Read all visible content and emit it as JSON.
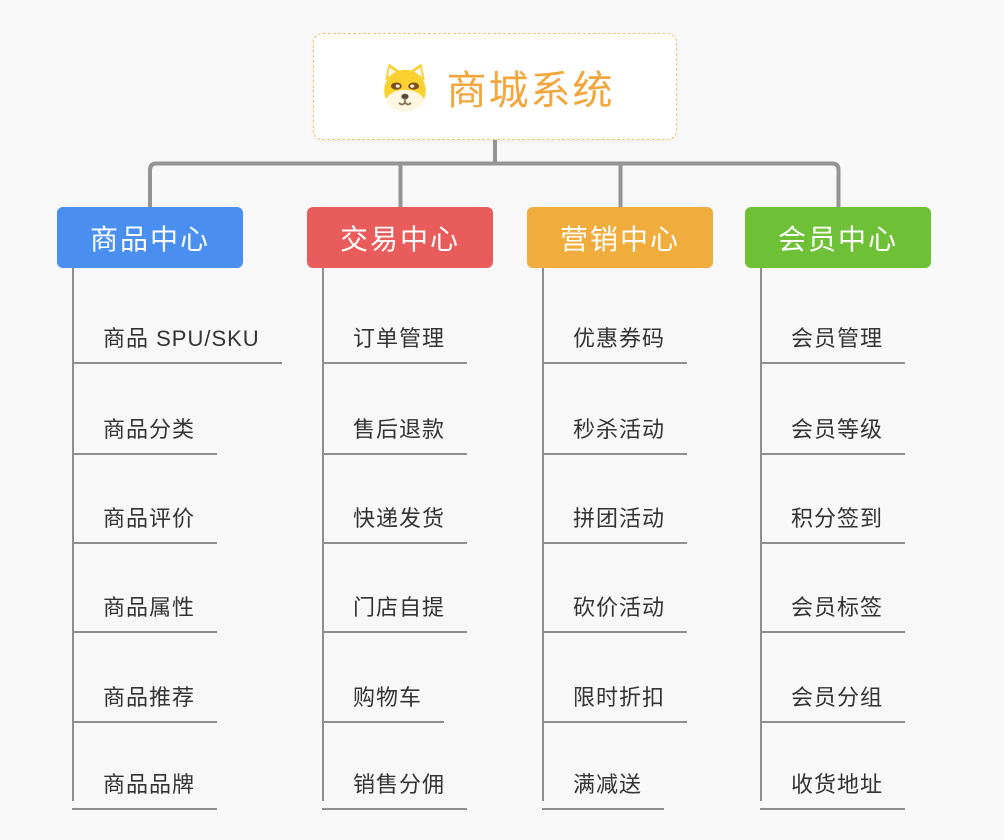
{
  "canvas": {
    "background_color": "#f8f8f8",
    "connector_color": "#949494",
    "leaf_line_color": "#8f8f8f"
  },
  "root": {
    "title": "商城系统",
    "title_color": "#f2a63c",
    "border_color": "#f0c47c",
    "icon": "shiba-dog-icon",
    "icon_colors": {
      "head": "#fbd130",
      "muzzle": "#fdf6e0",
      "eyes": "#7c5018",
      "nose": "#5b4632"
    }
  },
  "branches": [
    {
      "id": "product-center",
      "label": "商品中心",
      "color": "#4a8ef0",
      "children": [
        "商品 SPU/SKU",
        "商品分类",
        "商品评价",
        "商品属性",
        "商品推荐",
        "商品品牌"
      ]
    },
    {
      "id": "trade-center",
      "label": "交易中心",
      "color": "#e95c5c",
      "children": [
        "订单管理",
        "售后退款",
        "快递发货",
        "门店自提",
        "购物车",
        "销售分佣"
      ]
    },
    {
      "id": "marketing-center",
      "label": "营销中心",
      "color": "#f0ac3c",
      "children": [
        "优惠券码",
        "秒杀活动",
        "拼团活动",
        "砍价活动",
        "限时折扣",
        "满减送"
      ]
    },
    {
      "id": "member-center",
      "label": "会员中心",
      "color": "#6ec137",
      "children": [
        "会员管理",
        "会员等级",
        "积分签到",
        "会员标签",
        "会员分组",
        "收货地址"
      ]
    }
  ]
}
